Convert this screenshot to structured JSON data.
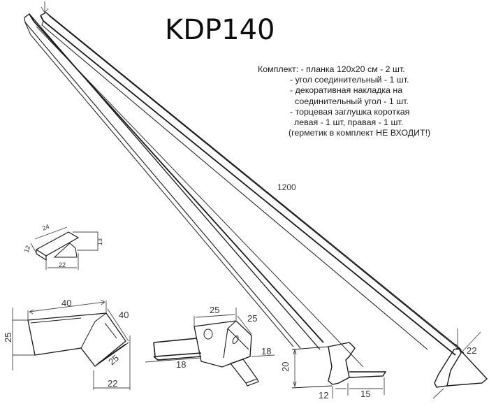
{
  "title": "KDP140",
  "kit": {
    "lines": [
      "Комплект: - планка 120х20 см - 2 шт.",
      "- угол соединительный - 1 шт.",
      "- декоративная накладка на",
      "соединительный угол - 1 шт.",
      "- торцевая заглушка короткая",
      "левая - 1 шт, правая - 1 шт.",
      "(герметик в комплект НЕ ВХОДИТ!)"
    ]
  },
  "dimensions": {
    "bar_length": "1200",
    "end_cap": {
      "width": "24",
      "thickness": "12",
      "height": "13",
      "depth": "22"
    },
    "corner_cover": {
      "length": "40",
      "side": "40",
      "height": "25",
      "face": "25",
      "base": "22"
    },
    "connector": {
      "width": "25",
      "side": "25",
      "left_tab": "18",
      "right_tab": "18"
    },
    "profile_left": {
      "height": "20",
      "lip": "12",
      "flange": "15"
    },
    "profile_right": {
      "width": "22"
    }
  }
}
